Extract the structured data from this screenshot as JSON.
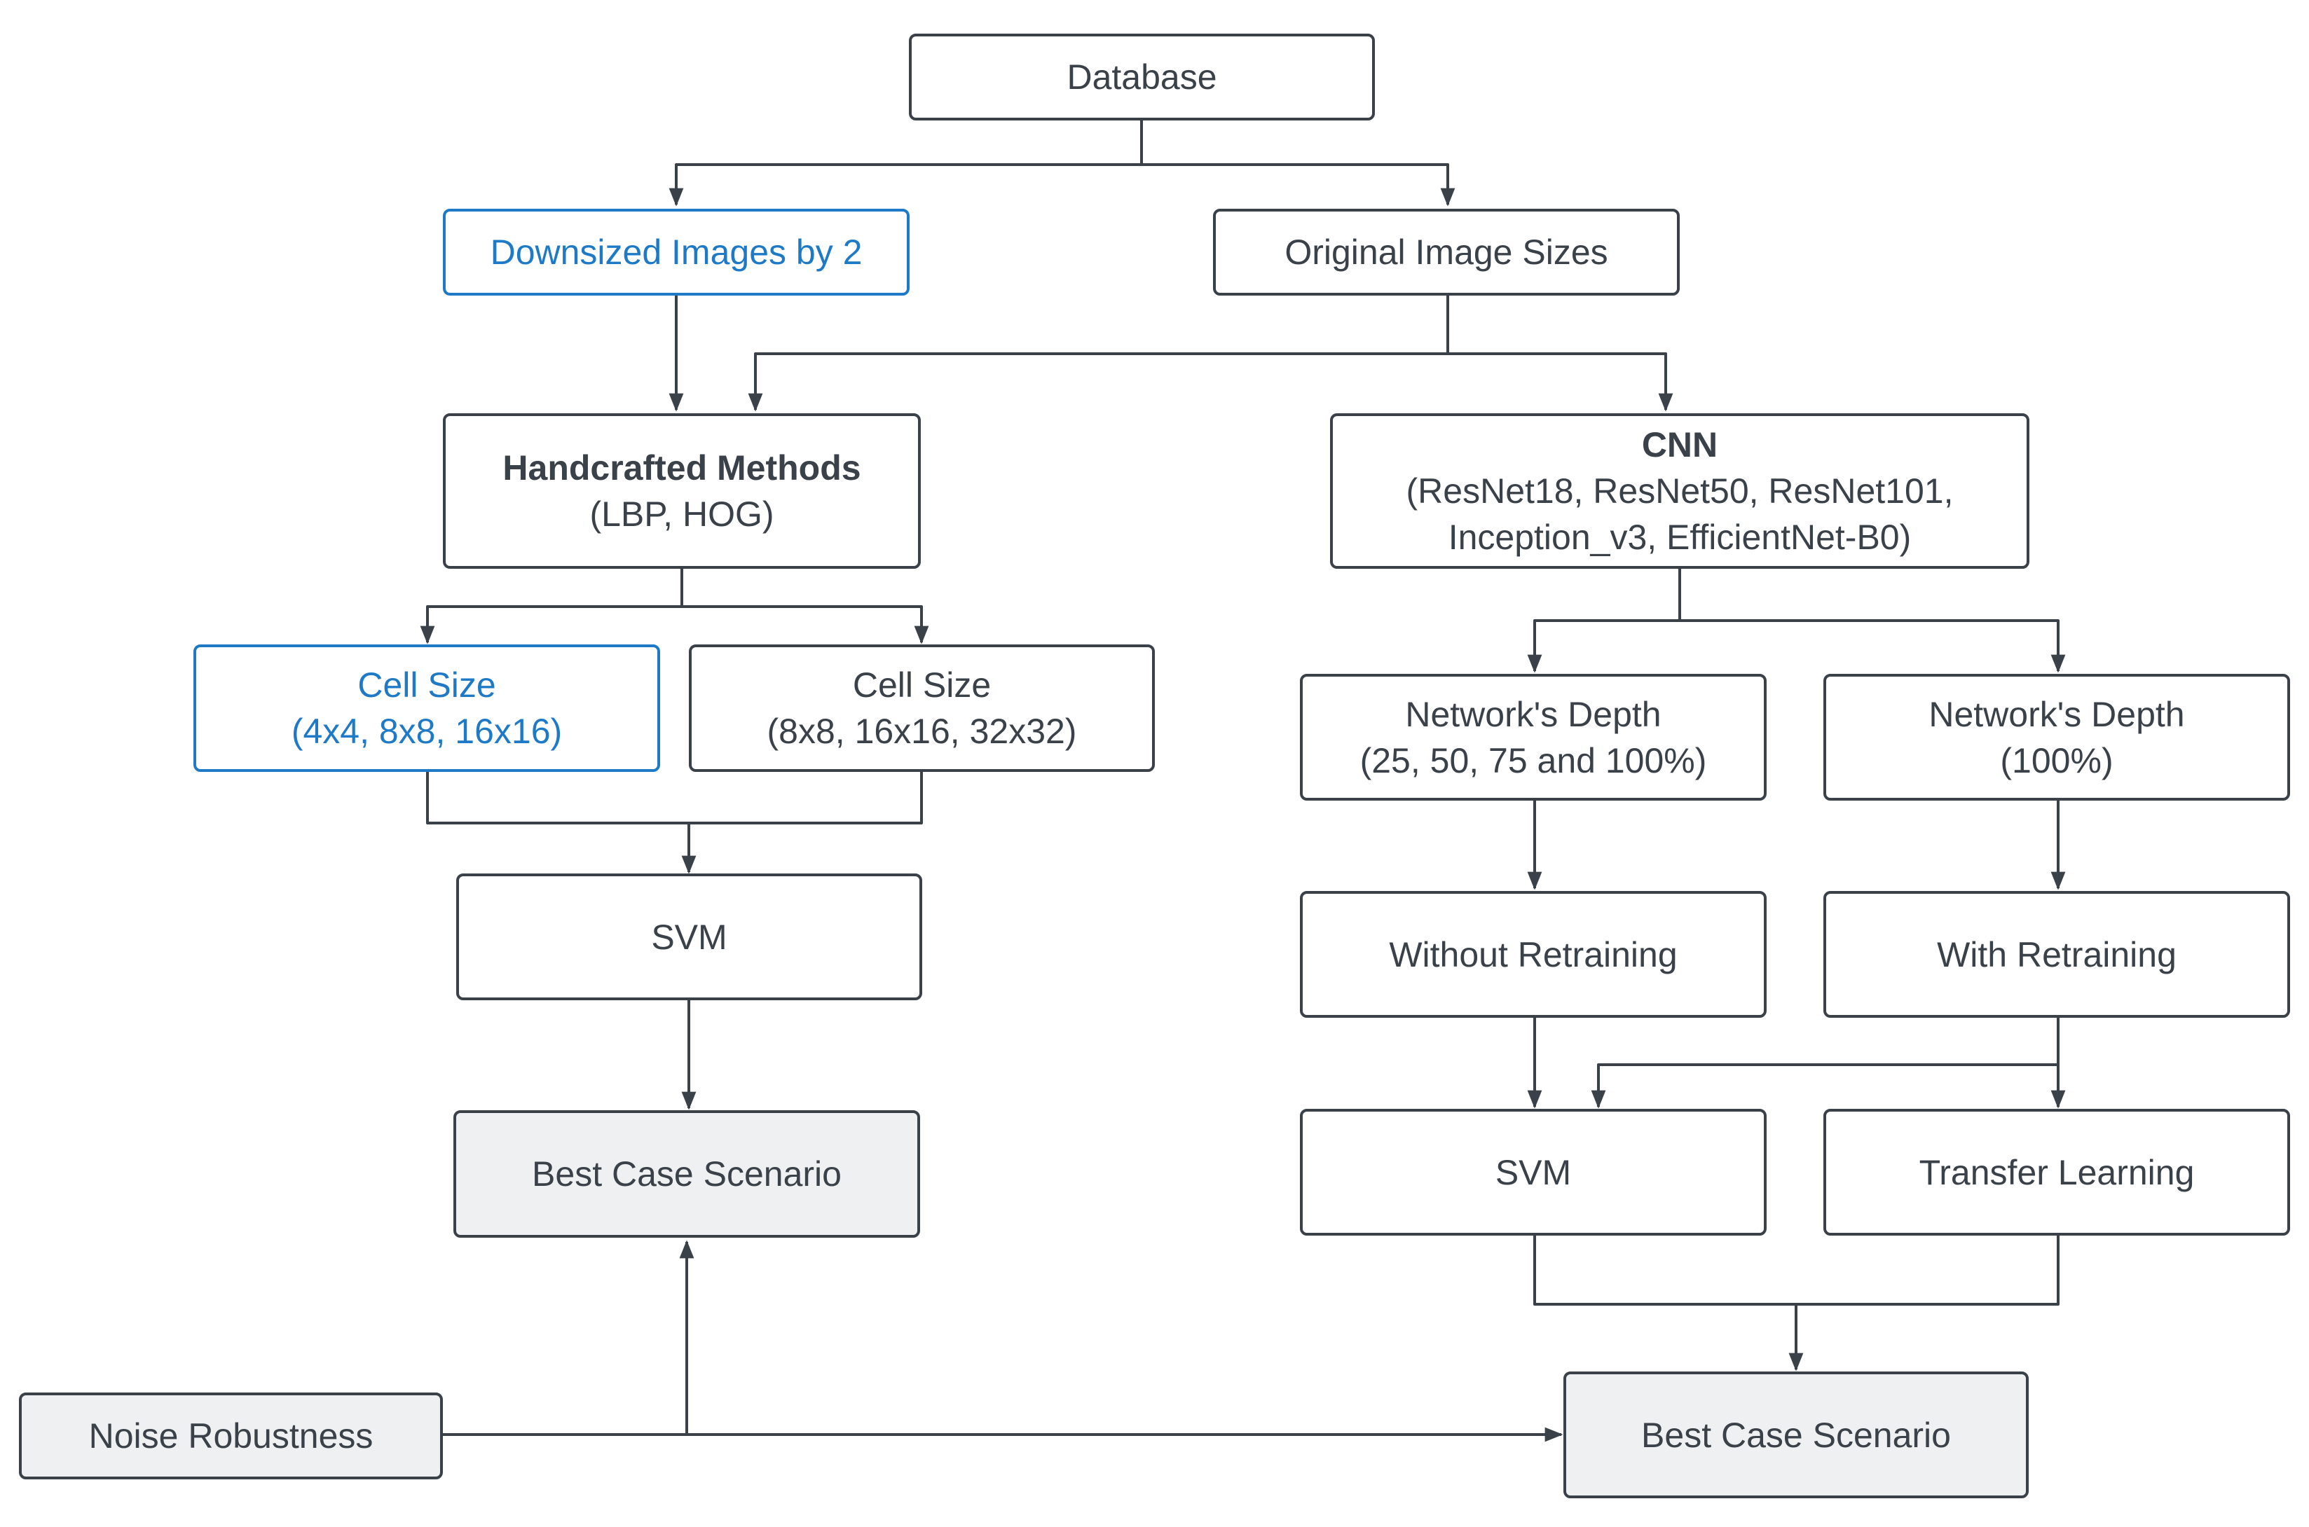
{
  "nodes": {
    "database": {
      "text": "Database"
    },
    "downsized": {
      "text": "Downsized Images by 2"
    },
    "original": {
      "text": "Original Image Sizes"
    },
    "handcrafted": {
      "title": "Handcrafted Methods",
      "subtitle": "(LBP, HOG)"
    },
    "cnn": {
      "title": "CNN",
      "line1": "(ResNet18, ResNet50, ResNet101,",
      "line2": "Inception_v3, EfficientNet-B0)"
    },
    "cell_small": {
      "line1": "Cell Size",
      "line2": "(4x4, 8x8, 16x16)"
    },
    "cell_large": {
      "line1": "Cell Size",
      "line2": "(8x8, 16x16, 32x32)"
    },
    "depth_partial": {
      "line1": "Network's Depth",
      "line2": "(25, 50, 75 and 100%)"
    },
    "depth_full": {
      "line1": "Network's Depth",
      "line2": "(100%)"
    },
    "svm_left": {
      "text": "SVM"
    },
    "without_retraining": {
      "text": "Without Retraining"
    },
    "with_retraining": {
      "text": "With Retraining"
    },
    "best_left": {
      "text": "Best Case Scenario"
    },
    "svm_right": {
      "text": "SVM"
    },
    "transfer_learning": {
      "text": "Transfer Learning"
    },
    "noise": {
      "text": "Noise Robustness"
    },
    "best_right": {
      "text": "Best Case Scenario"
    }
  },
  "colors": {
    "stroke": "#3b4148",
    "accent": "#1e7ac6",
    "fill_grey": "#eef0f2"
  }
}
